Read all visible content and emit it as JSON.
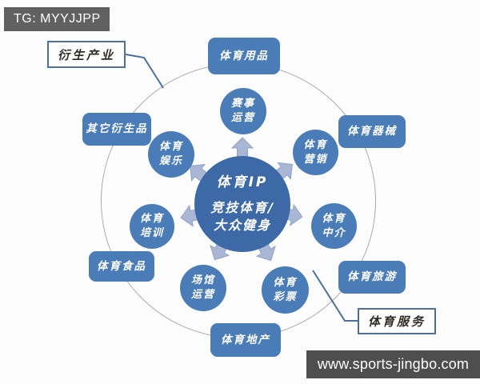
{
  "watermarks": {
    "telegram_badge": "TG: MYYJJPP",
    "website": "www.sports-jingbo.com"
  },
  "diagram": {
    "title_node": {
      "line1": "体育IP",
      "line2": "竞技体育/",
      "line3": "大众健身"
    },
    "inner_ring": [
      {
        "label": "赛事运营",
        "line1": "赛事",
        "line2": "运营"
      },
      {
        "label": "体育营销",
        "line1": "体育",
        "line2": "营销"
      },
      {
        "label": "体育中介",
        "line1": "体育",
        "line2": "中介"
      },
      {
        "label": "体育彩票",
        "line1": "体育",
        "line2": "彩票"
      },
      {
        "label": "场馆运营",
        "line1": "场馆",
        "line2": "运营"
      },
      {
        "label": "体育培训",
        "line1": "体育",
        "line2": "培训"
      },
      {
        "label": "体育娱乐",
        "line1": "体育",
        "line2": "娱乐"
      }
    ],
    "outer_nodes": [
      {
        "label": "体育用品"
      },
      {
        "label": "体育器械"
      },
      {
        "label": "体育旅游"
      },
      {
        "label": "体育地产"
      },
      {
        "label": "体育食品"
      },
      {
        "label": "其它衍生品"
      }
    ],
    "callouts": [
      {
        "label": "衍生产业"
      },
      {
        "label": "体育服务"
      }
    ],
    "colors": {
      "node_blue": "#4a7cb8",
      "center_blue": "#3d69a6",
      "arrow_fill": "#a9b7d5",
      "arrow_edge": "#8fa3c6",
      "ring_stroke": "#a9a9a9",
      "callout_border": "#4d6f99",
      "callout_text": "#2f2b27",
      "banner_top_bg": "#616161",
      "banner_bottom_bg": "#4e4e4e"
    }
  }
}
